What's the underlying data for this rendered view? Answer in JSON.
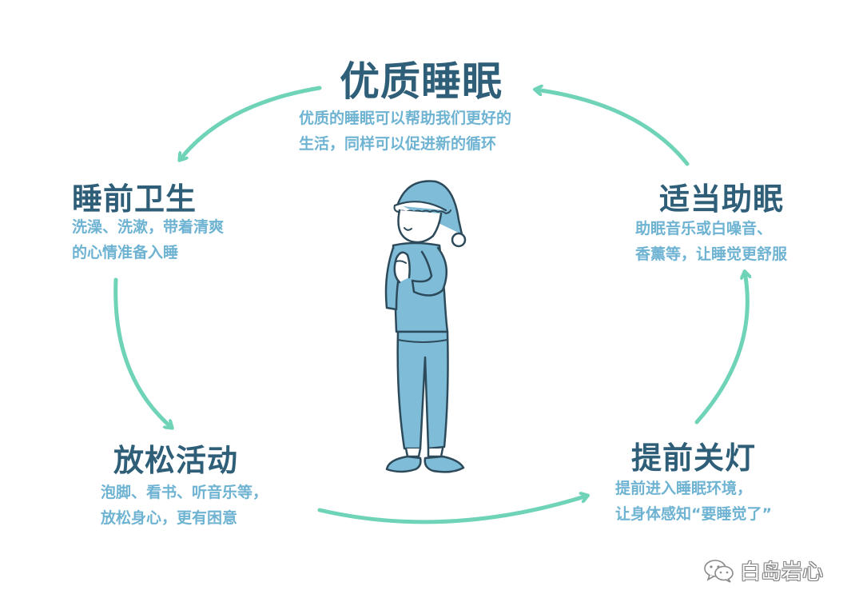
{
  "colors": {
    "title": "#2f5f78",
    "description": "#6fb3d2",
    "arrow": "#6fd3b8",
    "figure_fill": "#7fbcd8",
    "figure_line": "#2d4a5a"
  },
  "nodes": {
    "quality_sleep": {
      "title": "优质睡眠",
      "lines": [
        "优质的睡眠可以帮助我们更好的",
        "生活，同样可以促进新的循环"
      ]
    },
    "sleep_hygiene": {
      "title": "睡前卫生",
      "lines": [
        "洗澡、洗漱，带着清爽",
        "的心情准备入睡"
      ]
    },
    "relax_activities": {
      "title": "放松活动",
      "lines": [
        "泡脚、看书、听音乐等，",
        "放松身心，更有困意"
      ]
    },
    "lights_off": {
      "title": "提前关灯",
      "lines": [
        "提前进入睡眠环境，",
        "让身体感知“要睡觉了”"
      ]
    },
    "sleep_aids": {
      "title": "适当助眠",
      "lines": [
        "助眠音乐或白噪音、",
        "香薰等，让睡觉更舒服"
      ]
    }
  },
  "figure": {
    "icon": "thinking-person-in-nightcap-icon"
  },
  "watermark": {
    "icon": "wechat-icon",
    "text": "白岛岩心"
  }
}
